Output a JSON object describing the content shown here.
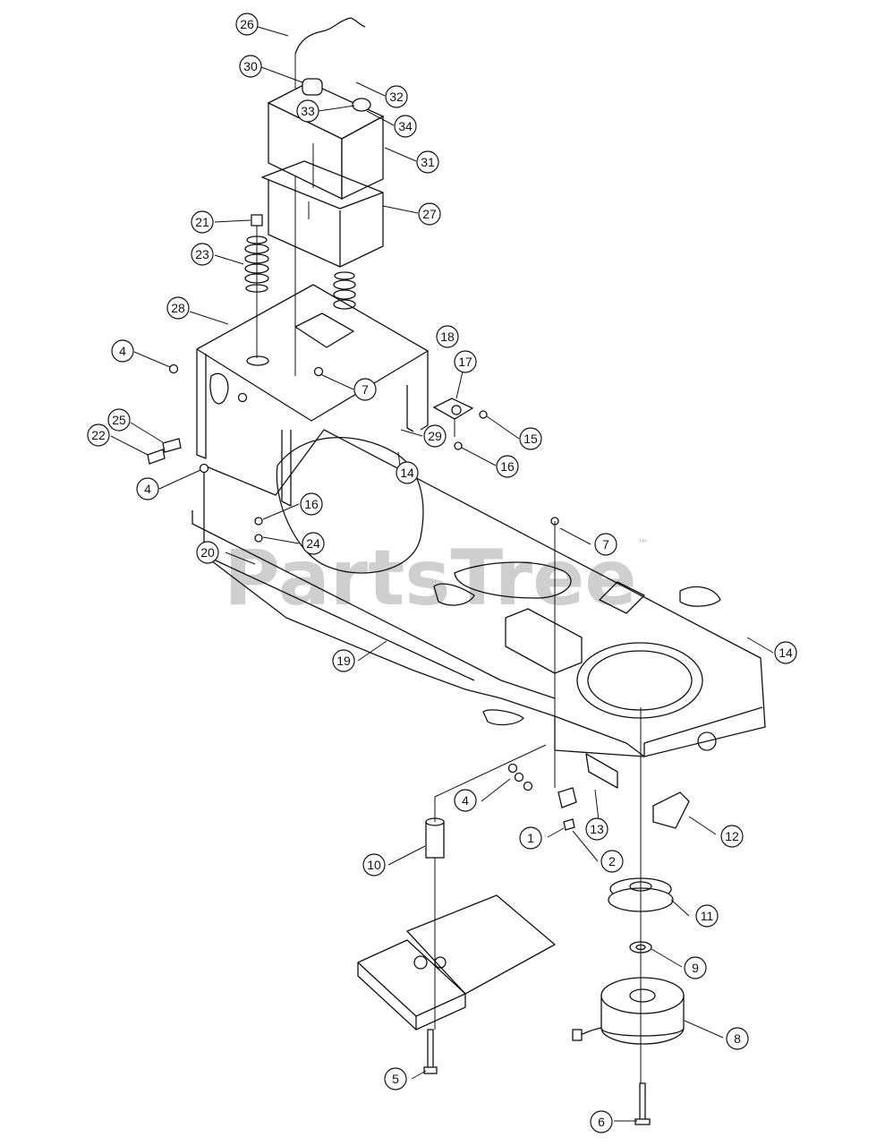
{
  "watermark": {
    "text": "PartsTree",
    "trademark": "™"
  },
  "callouts": [
    "26",
    "30",
    "32",
    "33",
    "34",
    "31",
    "27",
    "21",
    "23",
    "28",
    "18",
    "4",
    "17",
    "7",
    "25",
    "22",
    "29",
    "15",
    "16",
    "14",
    "4",
    "16",
    "24",
    "20",
    "7",
    "14",
    "19",
    "4",
    "1",
    "13",
    "12",
    "2",
    "10",
    "11",
    "9",
    "8",
    "5",
    "6"
  ]
}
